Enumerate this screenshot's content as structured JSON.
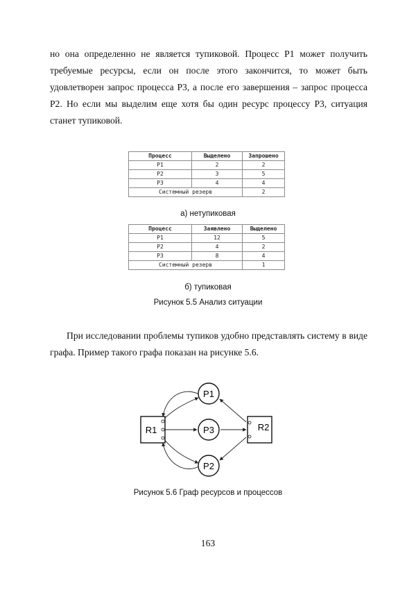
{
  "paragraphs": {
    "p1": "но она определенно не является тупиковой. Процесс P1 может получить требуемые ресурсы, если он после этого закончится, то может быть удовлетворен запрос процесса P3, а после его завершения – запрос процесса P2. Но если мы выделим еще хотя бы один ресурс процессу P3, ситуация станет тупиковой.",
    "p2": "При исследовании проблемы тупиков удобно представлять систему в виде графа. Пример такого графа показан на рисунке 5.6."
  },
  "table_a": {
    "headers": [
      "Процесс",
      "Выделено",
      "Запрошено"
    ],
    "rows": [
      [
        "P1",
        "2",
        "2"
      ],
      [
        "P2",
        "3",
        "5"
      ],
      [
        "P3",
        "4",
        "4"
      ]
    ],
    "footer_label": "Системный резерв",
    "footer_value": "2"
  },
  "table_b": {
    "headers": [
      "Процесс",
      "Заявлено",
      "Выделено"
    ],
    "rows": [
      [
        "P1",
        "12",
        "5"
      ],
      [
        "P2",
        "4",
        "2"
      ],
      [
        "P3",
        "8",
        "4"
      ]
    ],
    "footer_label": "Системный резерв",
    "footer_value": "1"
  },
  "captions": {
    "a": "а) нетупиковая",
    "b": "б) тупиковая",
    "figure_5_5": "Рисунок 5.5 Анализ ситуации",
    "figure_5_6": "Рисунок 5.6 Граф ресурсов и процессов"
  },
  "graph": {
    "resources": [
      "R1",
      "R2"
    ],
    "processes": [
      "P1",
      "P2",
      "P3"
    ]
  },
  "page_number": "163"
}
